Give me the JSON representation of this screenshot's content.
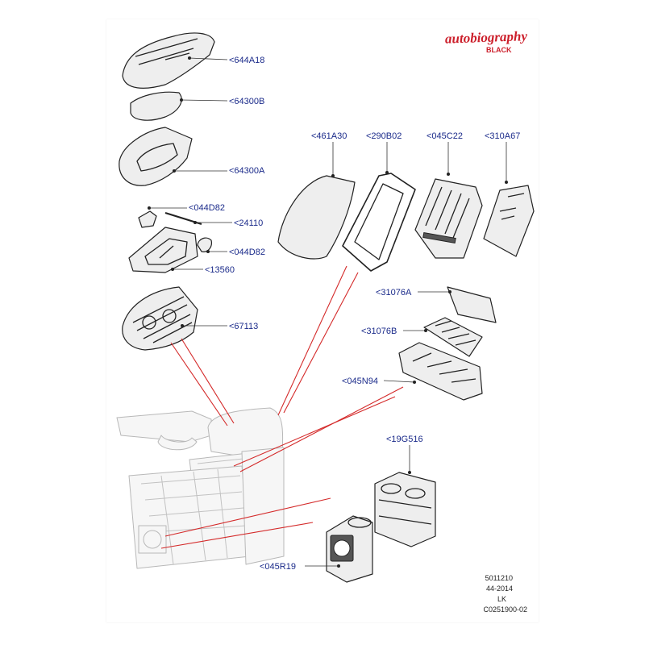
{
  "brand": {
    "logo_text": "autobiography",
    "sub_text": "BLACK",
    "color": "#cc1f2b"
  },
  "callouts": [
    {
      "id": "644A18",
      "label": "<644A18"
    },
    {
      "id": "64300B",
      "label": "<64300B"
    },
    {
      "id": "64300A",
      "label": "<64300A"
    },
    {
      "id": "044D82a",
      "label": "<044D82"
    },
    {
      "id": "24110",
      "label": "<24110"
    },
    {
      "id": "044D82b",
      "label": "<044D82"
    },
    {
      "id": "13560",
      "label": "<13560"
    },
    {
      "id": "67113",
      "label": "<67113"
    },
    {
      "id": "461A30",
      "label": "<461A30"
    },
    {
      "id": "290B02",
      "label": "<290B02"
    },
    {
      "id": "045C22",
      "label": "<045C22"
    },
    {
      "id": "310A67",
      "label": "<310A67"
    },
    {
      "id": "31076A",
      "label": "<31076A"
    },
    {
      "id": "31076B",
      "label": "<31076B"
    },
    {
      "id": "045N94",
      "label": "<045N94"
    },
    {
      "id": "19G516",
      "label": "<19G516"
    },
    {
      "id": "045R19",
      "label": "<045R19"
    }
  ],
  "reference": {
    "line1": "5011210",
    "line2": "44-2014",
    "line3": "LK",
    "line4": "C0251900-02"
  },
  "colors": {
    "callout_text": "#1a2a8a",
    "pointer_lines": "#d42a2a",
    "line_art": "#222222"
  }
}
